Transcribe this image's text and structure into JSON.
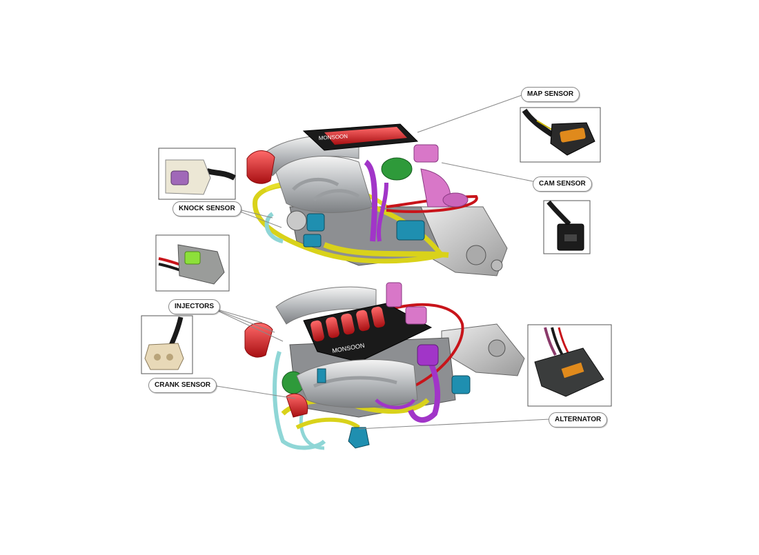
{
  "labels": {
    "map_sensor": "MAP SENSOR",
    "cam_sensor": "CAM SENSOR",
    "knock_sensor": "KNOCK SENSOR",
    "injectors": "INJECTORS",
    "crank_sensor": "CRANK SENSOR",
    "alternator": "ALTERNATOR"
  },
  "engine_branding": {
    "top_engine_text": "MONSOON",
    "bottom_engine_text": "MONSOON"
  },
  "colors": {
    "intake_red": "#d8282c",
    "manifold_silver": "#b9bcc0",
    "coolant_yellow": "#d9d21a",
    "pipe_purple": "#a135c8",
    "pink": "#d877c8",
    "teal": "#1f8fb0",
    "light_teal": "#8fd6d6",
    "green": "#2e9a3a",
    "line_red": "#c8141a"
  }
}
